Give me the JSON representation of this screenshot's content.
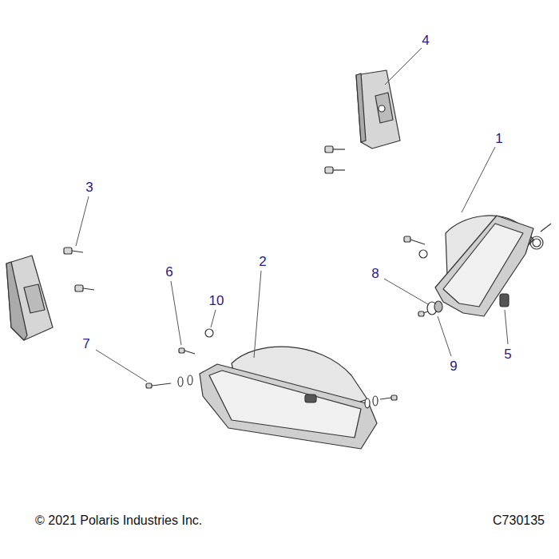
{
  "diagram": {
    "labels": [
      "4",
      "1",
      "3",
      "2",
      "6",
      "10",
      "8",
      "7",
      "9",
      "5",
      "© 2021 Polaris Industries Inc.",
      "C730135"
    ]
  }
}
